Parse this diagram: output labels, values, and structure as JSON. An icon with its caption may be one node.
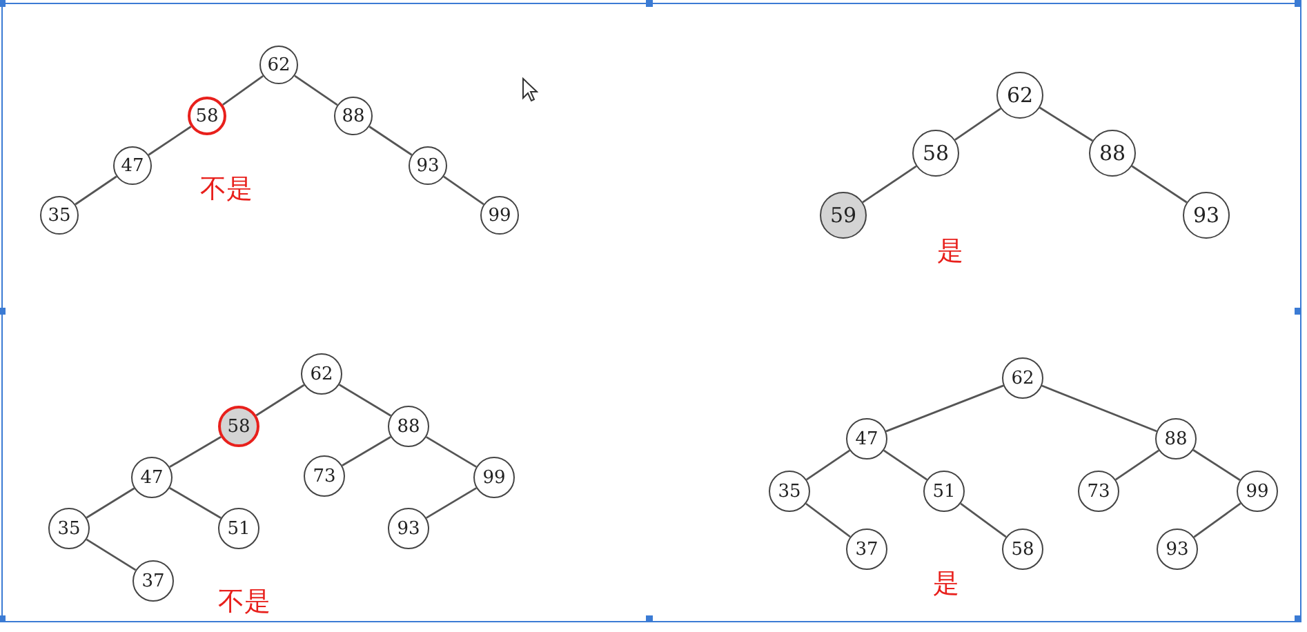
{
  "diagram": {
    "nodes": [
      {
        "text": [
          "62"
        ]
      },
      {
        "text": [
          "58"
        ]
      },
      {
        "text": [
          "88"
        ]
      },
      {
        "text": [
          "47"
        ]
      },
      {
        "text": [
          "93"
        ]
      },
      {
        "text": [
          "35"
        ]
      },
      {
        "text": [
          "99"
        ]
      },
      {
        "text": [
          "62"
        ]
      },
      {
        "text": [
          "58"
        ]
      },
      {
        "text": [
          "88"
        ]
      },
      {
        "text": [
          "59"
        ]
      },
      {
        "text": [
          "93"
        ]
      },
      {
        "text": [
          "62"
        ]
      },
      {
        "text": [
          "58"
        ]
      },
      {
        "text": [
          "88"
        ]
      },
      {
        "text": [
          "47"
        ]
      },
      {
        "text": [
          "73"
        ]
      },
      {
        "text": [
          "99"
        ]
      },
      {
        "text": [
          "35"
        ]
      },
      {
        "text": [
          "51"
        ]
      },
      {
        "text": [
          "93"
        ]
      },
      {
        "text": [
          "37"
        ]
      },
      {
        "text": [
          "62"
        ]
      },
      {
        "text": [
          "47"
        ]
      },
      {
        "text": [
          "88"
        ]
      },
      {
        "text": [
          "35"
        ]
      },
      {
        "text": [
          "51"
        ]
      },
      {
        "text": [
          "73"
        ]
      },
      {
        "text": [
          "99"
        ]
      },
      {
        "text": [
          "37"
        ]
      },
      {
        "text": [
          "58"
        ]
      },
      {
        "text": [
          "93"
        ]
      }
    ],
    "edges": [
      {
        "from": 0,
        "to": 1,
        "arrow": "none"
      },
      {
        "from": 0,
        "to": 2,
        "arrow": "none"
      },
      {
        "from": 1,
        "to": 3,
        "arrow": "none"
      },
      {
        "from": 3,
        "to": 5,
        "arrow": "none"
      },
      {
        "from": 2,
        "to": 4,
        "arrow": "none"
      },
      {
        "from": 4,
        "to": 6,
        "arrow": "none"
      },
      {
        "from": 7,
        "to": 8,
        "arrow": "none"
      },
      {
        "from": 7,
        "to": 9,
        "arrow": "none"
      },
      {
        "from": 8,
        "to": 10,
        "arrow": "none"
      },
      {
        "from": 9,
        "to": 11,
        "arrow": "none"
      },
      {
        "from": 12,
        "to": 13,
        "arrow": "none"
      },
      {
        "from": 12,
        "to": 14,
        "arrow": "none"
      },
      {
        "from": 13,
        "to": 15,
        "arrow": "none"
      },
      {
        "from": 15,
        "to": 18,
        "arrow": "none"
      },
      {
        "from": 15,
        "to": 19,
        "arrow": "none"
      },
      {
        "from": 18,
        "to": 21,
        "arrow": "none"
      },
      {
        "from": 14,
        "to": 16,
        "arrow": "none"
      },
      {
        "from": 14,
        "to": 17,
        "arrow": "none"
      },
      {
        "from": 17,
        "to": 20,
        "arrow": "none"
      },
      {
        "from": 22,
        "to": 23,
        "arrow": "none"
      },
      {
        "from": 22,
        "to": 24,
        "arrow": "none"
      },
      {
        "from": 23,
        "to": 25,
        "arrow": "none"
      },
      {
        "from": 23,
        "to": 26,
        "arrow": "none"
      },
      {
        "from": 25,
        "to": 29,
        "arrow": "none"
      },
      {
        "from": 26,
        "to": 30,
        "arrow": "none"
      },
      {
        "from": 24,
        "to": 27,
        "arrow": "none"
      },
      {
        "from": 24,
        "to": 28,
        "arrow": "none"
      },
      {
        "from": 28,
        "to": 31,
        "arrow": "none"
      }
    ],
    "labels": [
      "不是",
      "是",
      "不是",
      "是"
    ]
  }
}
